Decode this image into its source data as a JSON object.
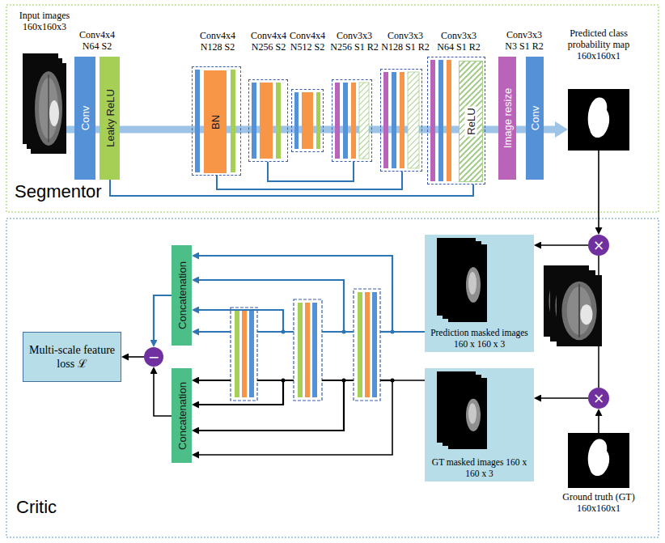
{
  "diagram": {
    "nodes": [
      {
        "text": [
          "Input images 160x160x3"
        ]
      },
      {
        "text": [
          "Conv4x4 N64 S2",
          "Conv"
        ]
      },
      {
        "text": [
          "Leaky ReLU"
        ]
      },
      {
        "text": [
          "Conv4x4 N128 S2"
        ]
      },
      {
        "text": [
          "BN"
        ],
        "in": 3
      },
      {
        "text": [
          "Conv4x4 N256 S2"
        ]
      },
      {
        "text": [
          "Conv4x4 N512 S2"
        ]
      },
      {
        "text": [
          "Conv3x3 N256 S1 R2"
        ]
      },
      {
        "text": [
          "Conv3x3 N128 S1 R2"
        ]
      },
      {
        "text": [
          "Conv3x3 N64 S1 R2"
        ]
      },
      {
        "text": [
          "ReLU"
        ],
        "in": 9
      },
      {
        "text": [
          "Image resize"
        ]
      },
      {
        "text": [
          "Conv3x3 N3 S1 R2",
          "Conv"
        ]
      },
      {
        "text": [
          "Predicted class probability map 160x160x1"
        ]
      },
      {
        "text": [
          "×"
        ]
      },
      {
        "text": [
          "Prediction masked images 160 x 160 x 3"
        ]
      },
      {
        "text": [
          "Concatenation"
        ]
      },
      {
        "text": [
          "−"
        ]
      },
      {
        "text": [
          "Multi-scale feature loss ℒ"
        ]
      },
      {
        "text": [
          "Concatenation"
        ]
      },
      {
        "text": [
          "GT masked images 160 x 160 x 3"
        ]
      },
      {
        "text": [
          "×"
        ]
      },
      {
        "text": [
          "Ground truth (GT) 160x160x1"
        ]
      }
    ],
    "edges": [
      {
        "from": 0,
        "to": 1,
        "arrow": "none"
      },
      {
        "from": 1,
        "to": 2,
        "arrow": "none"
      },
      {
        "from": 2,
        "to": 3,
        "arrow": "none"
      },
      {
        "from": 3,
        "to": 5,
        "arrow": "none"
      },
      {
        "from": 5,
        "to": 6,
        "arrow": "none"
      },
      {
        "from": 6,
        "to": 7,
        "arrow": "none"
      },
      {
        "from": 7,
        "to": 8,
        "arrow": "none"
      },
      {
        "from": 8,
        "to": 9,
        "arrow": "none"
      },
      {
        "from": 9,
        "to": 11,
        "arrow": "none"
      },
      {
        "from": 11,
        "to": 12,
        "arrow": "none"
      },
      {
        "from": 12,
        "to": 13,
        "arrow": "to"
      },
      {
        "from": 2,
        "to": 9,
        "arrow": "none"
      },
      {
        "from": 3,
        "to": 8,
        "arrow": "none"
      },
      {
        "from": 5,
        "to": 7,
        "arrow": "none"
      },
      {
        "from": 13,
        "to": 14,
        "arrow": "to"
      },
      {
        "from": 14,
        "to": 15,
        "arrow": "to"
      },
      {
        "from": 15,
        "to": 16,
        "arrow": "to"
      },
      {
        "from": 16,
        "to": 17,
        "arrow": "to"
      },
      {
        "from": 19,
        "to": 17,
        "arrow": "to"
      },
      {
        "from": 17,
        "to": 18,
        "arrow": "to"
      },
      {
        "from": 22,
        "to": 21,
        "arrow": "to"
      },
      {
        "from": 21,
        "to": 20,
        "arrow": "to"
      },
      {
        "from": 20,
        "to": 19,
        "arrow": "to"
      }
    ],
    "labels": [
      "Segmentor",
      "Critic"
    ]
  }
}
